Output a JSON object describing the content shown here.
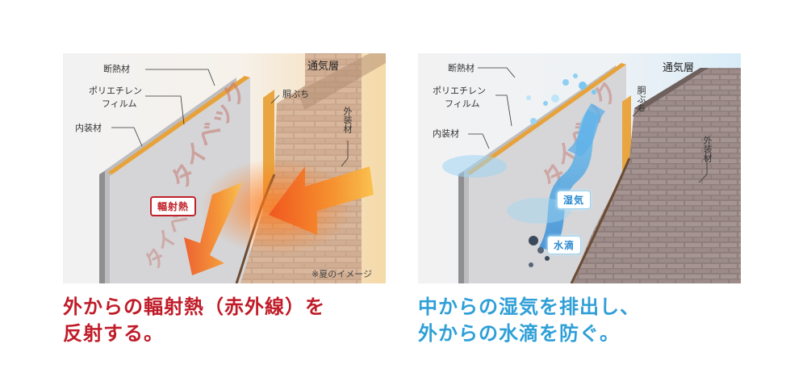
{
  "left_panel": {
    "labels": {
      "insulation": "断熱材",
      "poly_film_1": "ポリエチレン",
      "poly_film_2": "フィルム",
      "interior": "内装材",
      "vent_layer": "通気層",
      "furring": "胴ぶち",
      "exterior": "外装材"
    },
    "badge": "輻射熱",
    "note": "※夏のイメージ"
  },
  "right_panel": {
    "labels": {
      "insulation": "断熱材",
      "poly_film_1": "ポリエチレン",
      "poly_film_2": "フィルム",
      "interior": "内装材",
      "vent_layer": "通気層",
      "furring": "胴ぶち",
      "exterior": "外装材"
    },
    "badge_vapor": "湿気",
    "badge_drop": "水滴"
  },
  "captions": {
    "left_line1": "外からの輻射熱（赤外線）を",
    "left_line2": "反射する。",
    "right_line1": "中からの湿気を排出し、",
    "right_line2": "外からの水滴を防ぐ。"
  },
  "colors": {
    "left_caption": "#c01b28",
    "right_caption": "#2f9fd7",
    "badge_red": "#c0232b",
    "badge_blue": "#2a8ad0"
  }
}
